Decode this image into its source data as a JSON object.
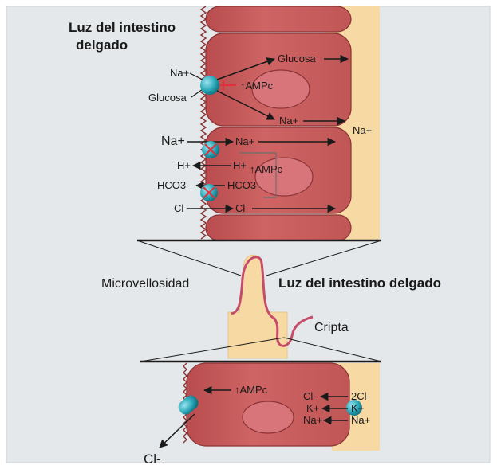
{
  "labels": {
    "lumen_top": [
      "Luz del intestino",
      "delgado"
    ],
    "microvillus": "Microvellosidad",
    "lumen_mid": "Luz del intestino delgado",
    "crypt": "Cripta"
  },
  "top_panel": {
    "cotransporter": {
      "na": "Na+",
      "glucose": "Glucosa"
    },
    "camp_1": "↑AMPc",
    "glucose_out": "Glucosa",
    "na_out": "Na+",
    "na_basal": "Na+",
    "exchangers": {
      "na_in": "Na+",
      "na_cell": "Na+",
      "h_out": "H+",
      "h_cell": "H+",
      "camp_2": "↑AMPc",
      "hco3_out": "HCO3-",
      "hco3_cell": "HCO3-",
      "cl_in": "Cl-",
      "cl_cell": "Cl-"
    }
  },
  "bottom_panel": {
    "camp": "↑AMPc",
    "cl_secreted": "Cl-",
    "nkcc_cell": [
      "Cl-",
      "K+",
      "Na+"
    ],
    "nkcc_basal": [
      "2Cl-",
      "K+",
      "Na+"
    ]
  },
  "colors": {
    "background": "#e5e8ea",
    "cell": "#c85a5a",
    "nucleus": "#d8757a",
    "basal": "#f7d9a4",
    "transporter": "#2aa8b8",
    "inhibition": "#e0303a",
    "arrow": "#1a1a1a"
  },
  "icons": [
    "teal-transporter-icon",
    "red-x-icon",
    "arrow-icon",
    "inhibition-t-bar-icon"
  ]
}
